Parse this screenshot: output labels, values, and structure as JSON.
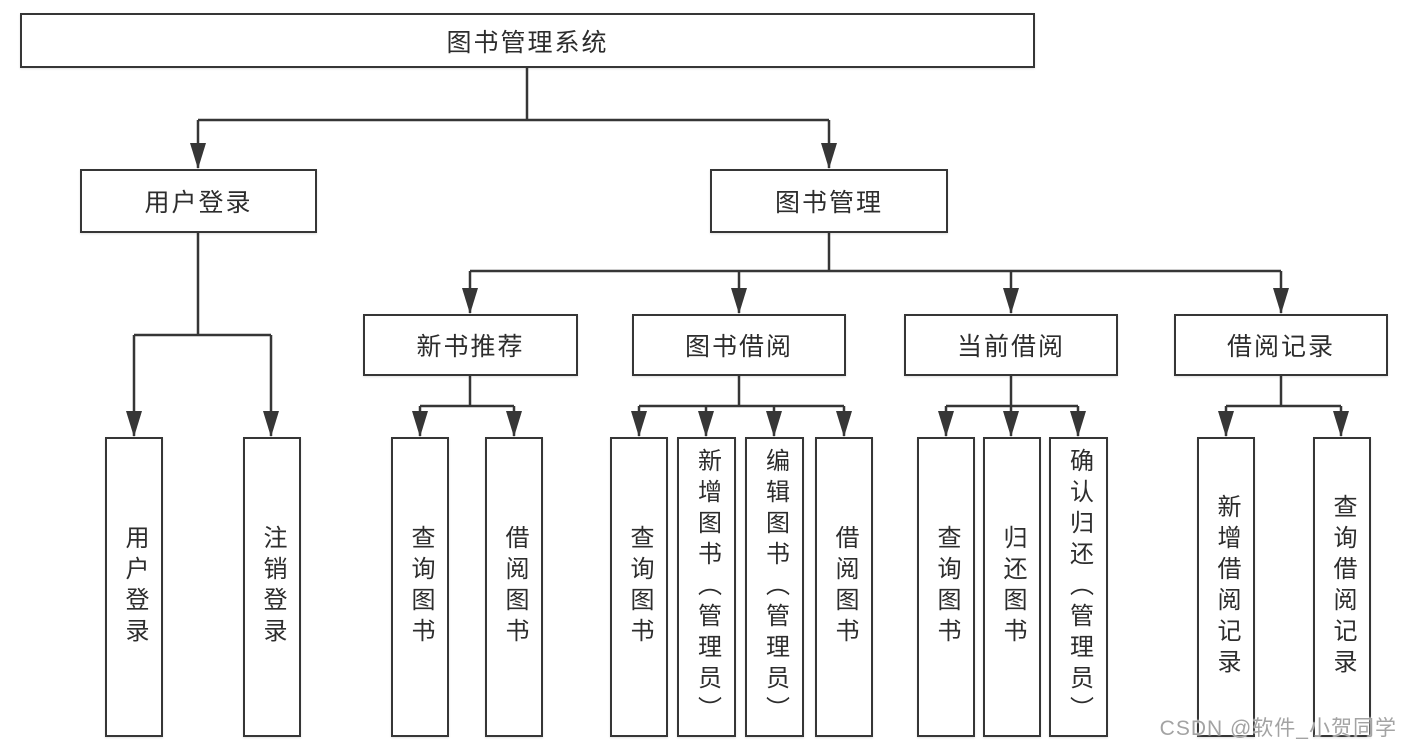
{
  "colors": {
    "line": "#363636",
    "text": "#2d2d2d",
    "background": "#ffffff",
    "watermark": "#a3a3a3"
  },
  "watermark": {
    "text": "CSDN @软件_小贺同学"
  },
  "diagram": {
    "root": {
      "label": "图书管理系统"
    },
    "level2": {
      "user_login": {
        "label": "用户登录"
      },
      "book_management": {
        "label": "图书管理"
      }
    },
    "level3": {
      "new_book_recommend": {
        "label": "新书推荐"
      },
      "book_borrow": {
        "label": "图书借阅"
      },
      "current_borrow": {
        "label": "当前借阅"
      },
      "borrow_records": {
        "label": "借阅记录"
      }
    },
    "children": {
      "user_login": [
        "用户登录",
        "注销登录"
      ],
      "new_book_recommend": [
        "查询图书",
        "借阅图书"
      ],
      "book_borrow": [
        "查询图书",
        "新增图书（管理员）",
        "编辑图书（管理员）",
        "借阅图书"
      ],
      "current_borrow": [
        "查询图书",
        "归还图书",
        "确认归还（管理员）"
      ],
      "borrow_records": [
        "新增借阅记录",
        "查询借阅记录"
      ]
    }
  }
}
